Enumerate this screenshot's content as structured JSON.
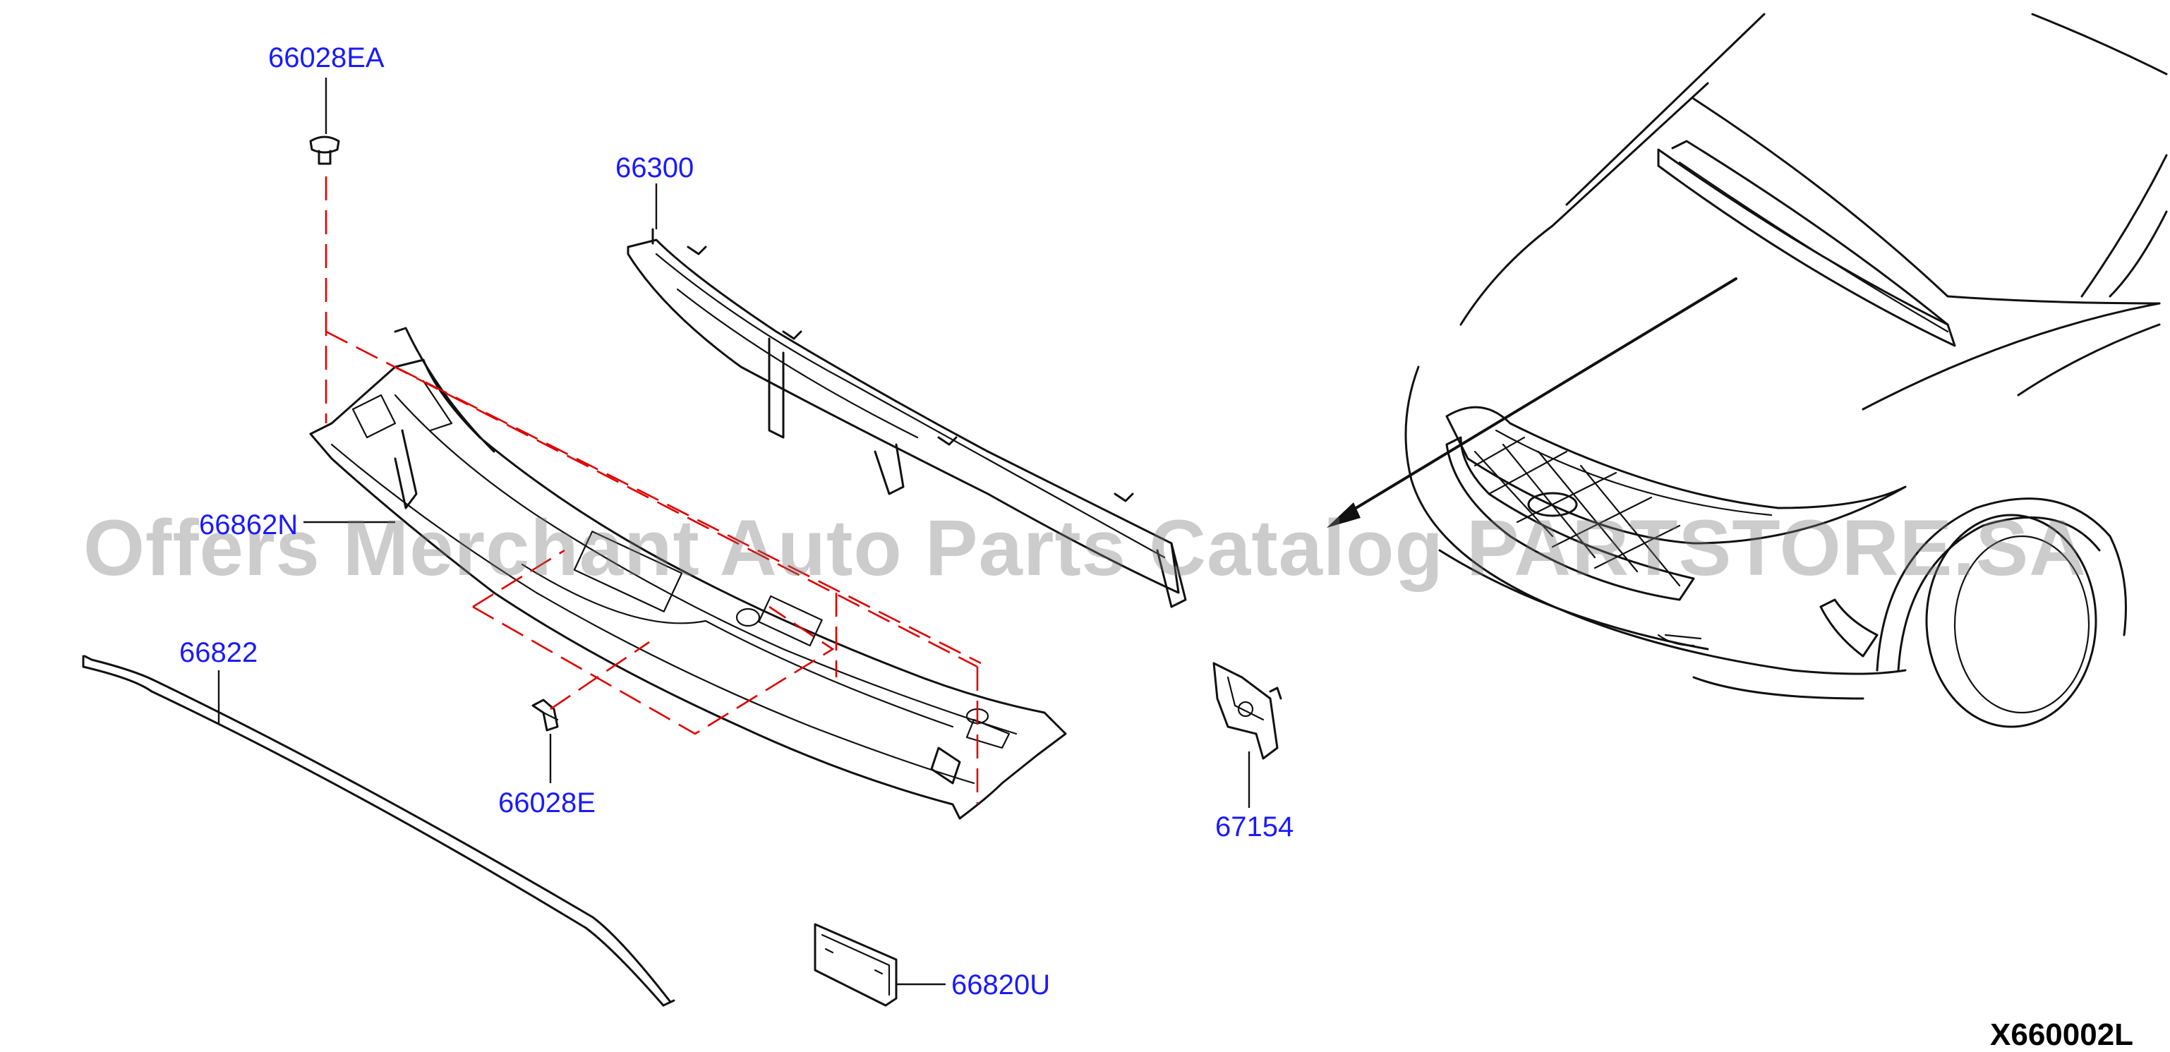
{
  "diagram": {
    "code": "X660002L",
    "watermark": "Offers Merchant Auto Parts Catalog PARTSTORE.SA",
    "colors": {
      "part_number": "#1a1aff",
      "alignment_line": "#e00000",
      "line_art": "#111111"
    },
    "parts": [
      {
        "id": "p1",
        "number": "66028EA",
        "item": "clip"
      },
      {
        "id": "p2",
        "number": "66300",
        "item": "cowl-top-panel"
      },
      {
        "id": "p3",
        "number": "66862N",
        "item": "cowl-top-cover"
      },
      {
        "id": "p4",
        "number": "66822",
        "item": "seal-strip"
      },
      {
        "id": "p5",
        "number": "66028E",
        "item": "clip"
      },
      {
        "id": "p6",
        "number": "67154",
        "item": "bracket"
      },
      {
        "id": "p7",
        "number": "66820U",
        "item": "cover"
      }
    ]
  }
}
